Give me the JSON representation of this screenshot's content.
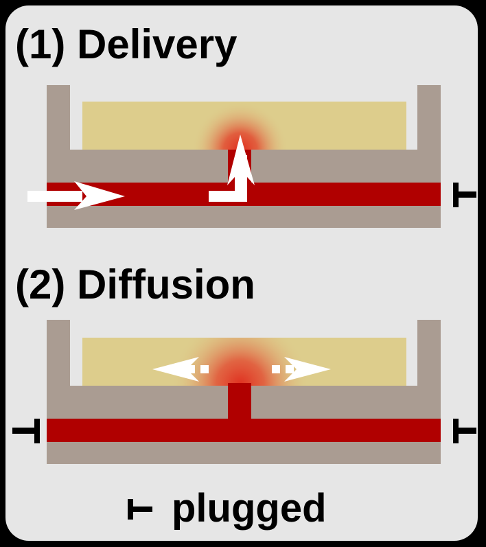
{
  "panels": [
    {
      "title": "(1) Delivery"
    },
    {
      "title": "(2) Diffusion"
    }
  ],
  "legend": {
    "label": "plugged",
    "icon": "plug-icon"
  },
  "colors": {
    "background": "#000000",
    "panel": "#e6e6e6",
    "wall": "#aa9c92",
    "channel": "#b00000",
    "gel": "#ddcd8c",
    "spot": "#e03020",
    "arrow": "#ffffff",
    "plug": "#000000"
  }
}
